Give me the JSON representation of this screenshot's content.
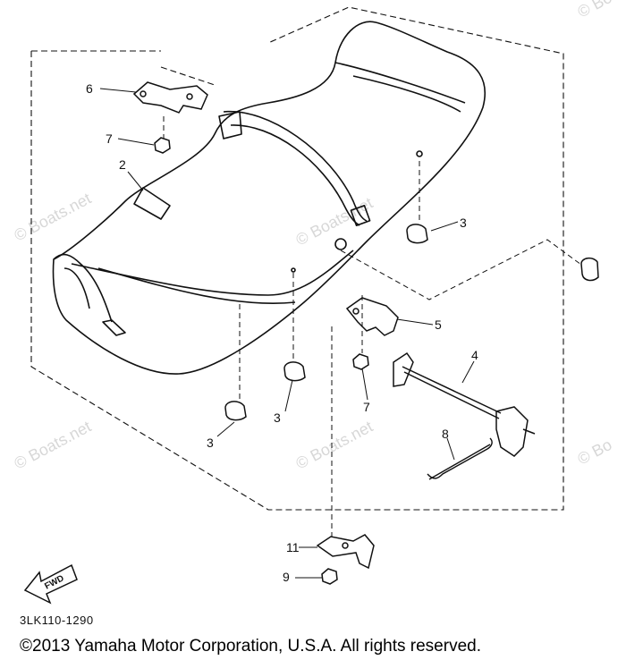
{
  "diagram": {
    "callouts": [
      "6",
      "7",
      "2",
      "3",
      "5",
      "4",
      "7",
      "3",
      "3",
      "8",
      "11",
      "9"
    ],
    "fwd_label": "FWD",
    "part_code": "3LK110-1290",
    "copyright": "©2013 Yamaha Motor Corporation, U.S.A. All rights reserved.",
    "watermark": "© Boats.net",
    "watermark_edge": "© Bo"
  },
  "colors": {
    "ink": "#111111",
    "watermark": "#b8b8b8"
  }
}
